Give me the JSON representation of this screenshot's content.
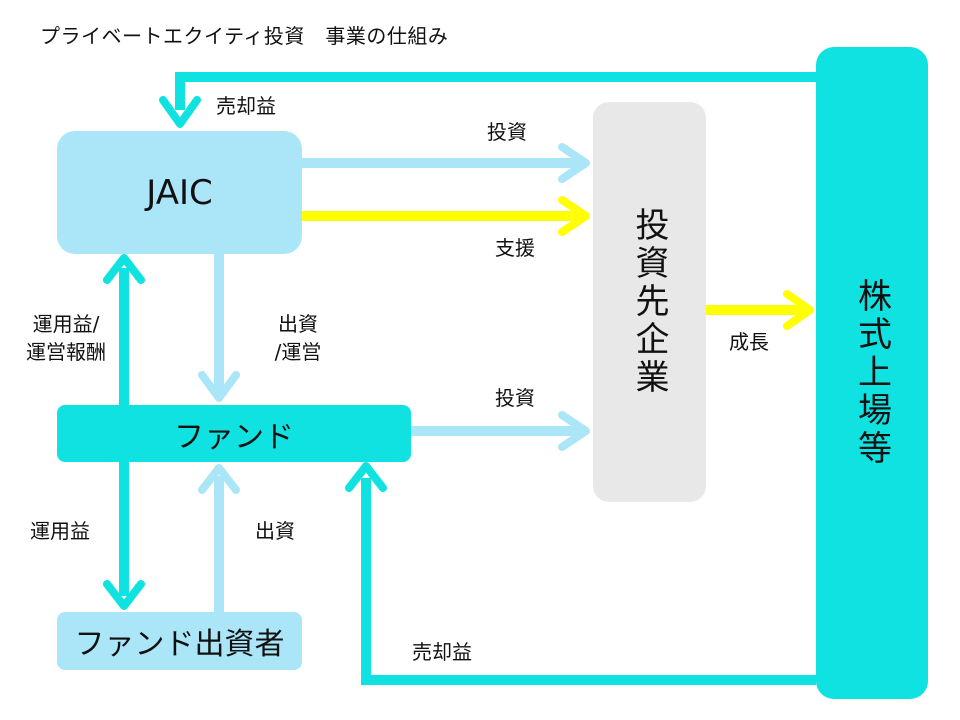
{
  "title": "プライベートエクイティ投資　事業の仕組み",
  "nodes": {
    "jaic": "JAIC",
    "fund": "ファンド",
    "fund_investor": "ファンド出資者",
    "portfolio_company": "投資先企業",
    "listing": "株式上場等"
  },
  "edges": {
    "sale_gain_top": "売却益",
    "invest_top": "投資",
    "support": "支援",
    "fund_return_line1": "運用益/",
    "fund_return_line2": "運営報酬",
    "capital_line1": "出資",
    "capital_line2": "/運営",
    "growth": "成長",
    "invest_fund": "投資",
    "investor_return": "運用益",
    "investor_capital": "出資",
    "sale_gain_bottom": "売却益"
  },
  "colors": {
    "light_blue": "#aae6f8",
    "turquoise": "#10e2e2",
    "yellow": "#ffff00",
    "gray": "#e8e8e8"
  }
}
